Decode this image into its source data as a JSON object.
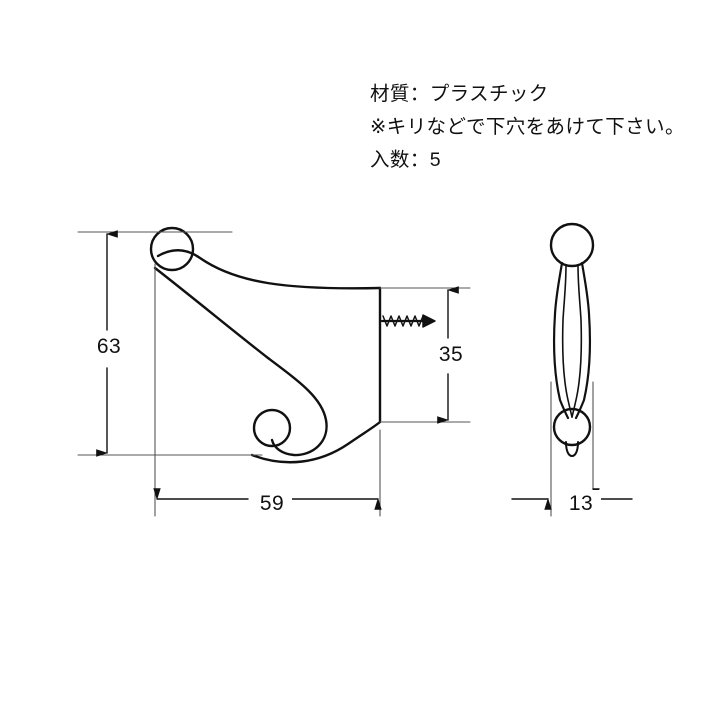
{
  "document": {
    "kind": "technical-drawing",
    "title": "Hook dimensional drawing"
  },
  "notes": {
    "material_line": "材質：プラスチック",
    "pilot_hole_line": "※キリなどで下穴をあけて下さい。",
    "quantity_line": "入数：5"
  },
  "dimensions": {
    "height": "63",
    "depth": "59",
    "screw_height": "35",
    "width": "13"
  },
  "views": {
    "side_view_name": "side-profile-view",
    "front_view_name": "front-view"
  },
  "parts": {
    "top_ball": "top-ball",
    "bottom_ball": "bottom-ball",
    "back_plate": "back-plate",
    "screw": "mounting-screw"
  },
  "style": {
    "line_color": "#111111",
    "background": "#ffffff"
  },
  "chart_data": {
    "type": "table",
    "title": "Hook dimensions (mm)",
    "categories": [
      "63",
      "59",
      "35",
      "13"
    ],
    "values": [
      63,
      59,
      35,
      13
    ]
  }
}
